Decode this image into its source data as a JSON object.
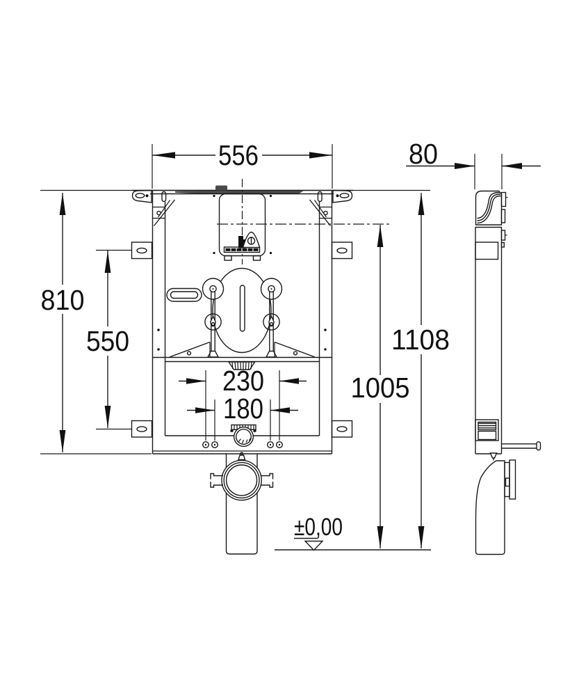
{
  "drawing_type": "technical dimensional drawing, front and side view of concealed cistern installation frame",
  "colors": {
    "ink": "#1a1a1a",
    "shade": "#4a4a4a",
    "paper": "#ffffff"
  },
  "dimensions": {
    "width": "556",
    "depth": "80",
    "frame_height": "810",
    "bracket_span": "550",
    "total_height": "1108",
    "flush_center_height": "1005",
    "bolt_span_outer": "230",
    "bolt_span_inner": "180",
    "floor_level": "±0,00"
  }
}
